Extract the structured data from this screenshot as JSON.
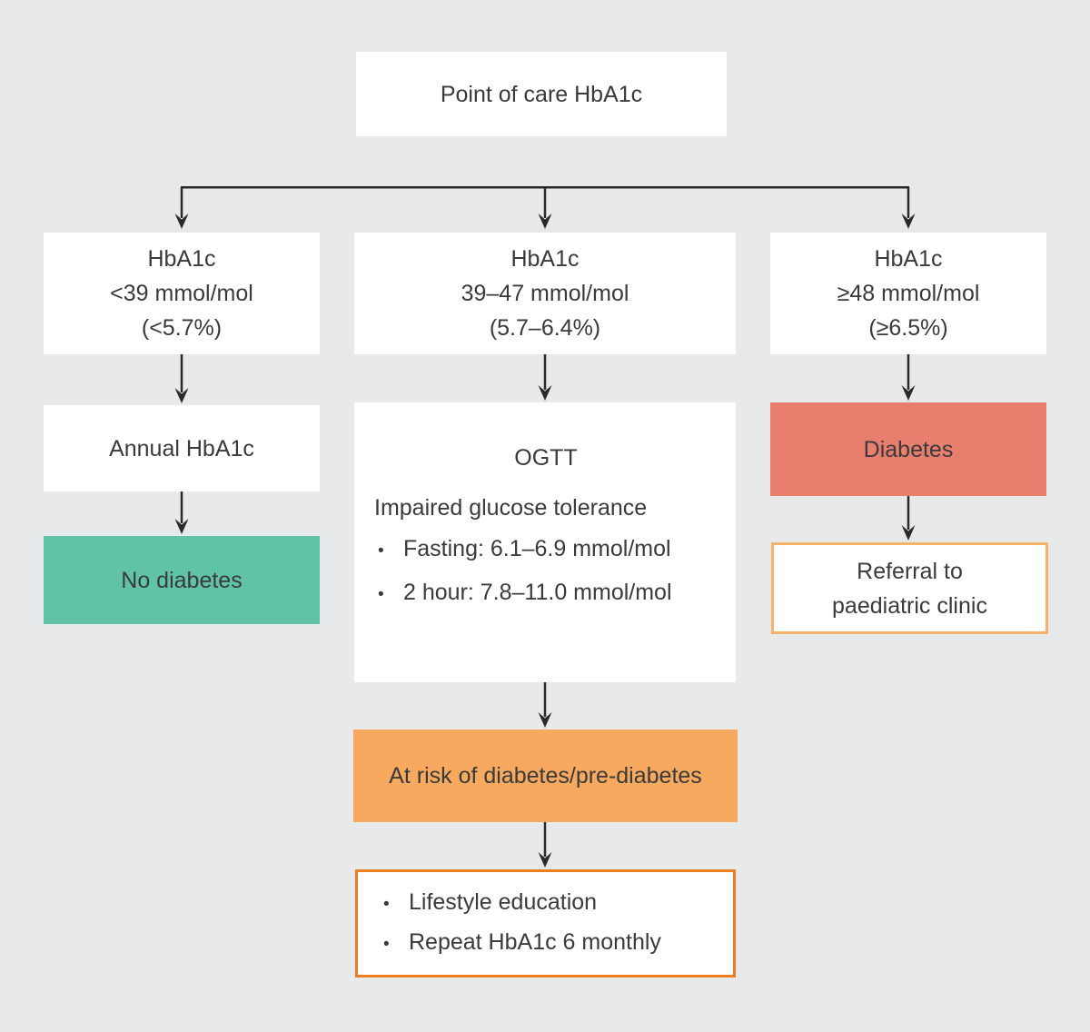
{
  "palette": {
    "background": "#e8e9ea",
    "box_white": "#ffffff",
    "green": "#60c3a8",
    "salmon": "#e87e6e",
    "orange": "#f6a95f",
    "orange_border_dark": "#ee7d1f",
    "orange_border_light": "#f7b36b",
    "text": "#3a3a3a",
    "line": "#2a2a2a"
  },
  "nodes": {
    "start": {
      "text": "Point of care HbA1c"
    },
    "branch_low": {
      "lines": [
        "HbA1c",
        "<39 mmol/mol",
        "(<5.7%)"
      ]
    },
    "branch_mid": {
      "lines": [
        "HbA1c",
        "39–47 mmol/mol",
        "(5.7–6.4%)"
      ]
    },
    "branch_high": {
      "lines": [
        "HbA1c",
        "≥48 mmol/mol",
        "(≥6.5%)"
      ]
    },
    "annual": {
      "text": "Annual HbA1c"
    },
    "no_diabetes": {
      "text": "No diabetes"
    },
    "ogtt": {
      "title": "OGTT",
      "subtitle": "Impaired glucose tolerance",
      "bullet_glyph": "•",
      "bullets": [
        "Fasting: 6.1–6.9 mmol/mol",
        "2 hour: 7.8–11.0 mmol/mol"
      ]
    },
    "diabetes": {
      "text": "Diabetes"
    },
    "referral": {
      "lines": [
        "Referral to",
        "paediatric clinic"
      ]
    },
    "at_risk": {
      "text": "At risk of diabetes/pre-diabetes"
    },
    "plan": {
      "bullet_glyph": "•",
      "bullets": [
        "Lifestyle education",
        "Repeat HbA1c 6 monthly"
      ]
    }
  }
}
